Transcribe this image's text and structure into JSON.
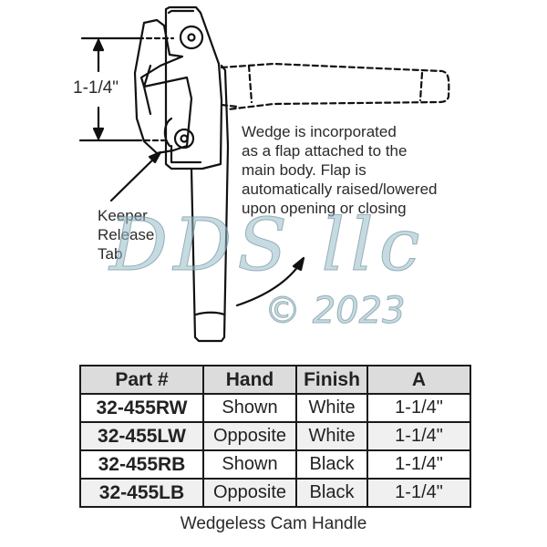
{
  "diagram": {
    "dimension_label": "1-1/4\"",
    "note_lines": [
      "Wedge is incorporated",
      "as a flap attached to the",
      "main body. Flap is",
      "automatically raised/lowered",
      "upon opening or closing"
    ],
    "keeper_label_lines": [
      "Keeper",
      "Release",
      "Tab"
    ]
  },
  "watermark": {
    "main": "DDS llc",
    "copyright": "© 2023"
  },
  "table": {
    "headers": [
      "Part #",
      "Hand",
      "Finish",
      "A"
    ],
    "rows": [
      [
        "32-455RW",
        "Shown",
        "White",
        "1-1/4\""
      ],
      [
        "32-455LW",
        "Opposite",
        "White",
        "1-1/4\""
      ],
      [
        "32-455RB",
        "Shown",
        "Black",
        "1-1/4\""
      ],
      [
        "32-455LB",
        "Opposite",
        "Black",
        "1-1/4\""
      ]
    ]
  },
  "caption": "Wedgeless Cam Handle",
  "colors": {
    "header_bg": "#dcdcdc",
    "row_alt_bg": "#f0f0f0",
    "border": "#1a1a1a",
    "watermark": "#96bec8"
  }
}
